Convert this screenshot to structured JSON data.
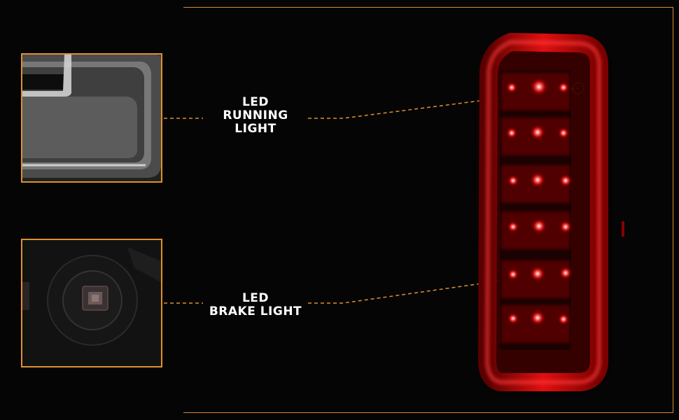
{
  "callouts": [
    {
      "lines": [
        "LED",
        "RUNNING",
        "LIGHT"
      ]
    },
    {
      "lines": [
        "LED",
        "BRAKE LIGHT"
      ]
    }
  ],
  "colors": {
    "accent_orange": "#e0902f",
    "lamp_red": "#e01010",
    "background": "#050505",
    "text": "#ffffff"
  },
  "icons": {
    "running_light_closeup": "light-bar-closeup-image",
    "brake_light_closeup": "led-chip-closeup-image",
    "tail_lamp": "tail-lamp-image"
  }
}
